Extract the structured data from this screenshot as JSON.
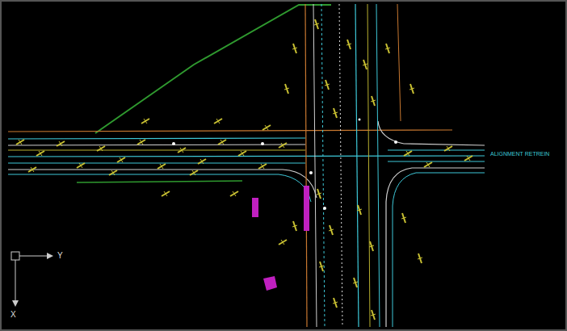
{
  "diagram": {
    "labels": [
      "ALIGNMENT RETREIN",
      "Y",
      "X"
    ]
  }
}
